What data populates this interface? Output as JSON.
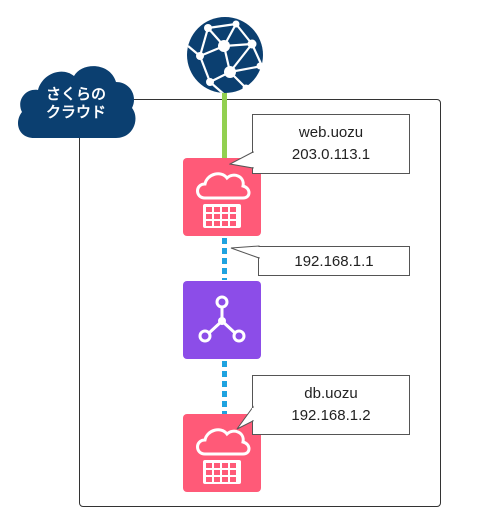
{
  "cloud_provider": {
    "line1": "さくらの",
    "line2": "クラウド",
    "color": "#0b3f70"
  },
  "internet": {
    "icon": "globe-network-icon",
    "color": "#0b3f70"
  },
  "nodes": {
    "web": {
      "icon": "cloud-server-icon",
      "color": "#ff5a78",
      "callout": {
        "line1": "web.uozu",
        "line2": "203.0.113.1"
      }
    },
    "switch": {
      "icon": "network-hub-icon",
      "color": "#8c4de8",
      "callout": {
        "line1": "192.168.1.1"
      }
    },
    "db": {
      "icon": "cloud-server-icon",
      "color": "#ff5a78",
      "callout": {
        "line1": "db.uozu",
        "line2": "192.168.1.2"
      }
    }
  },
  "links": {
    "internet_to_web": {
      "style": "solid",
      "color": "#92d050"
    },
    "private": {
      "style": "dotted",
      "color": "#1fa3e0"
    }
  }
}
